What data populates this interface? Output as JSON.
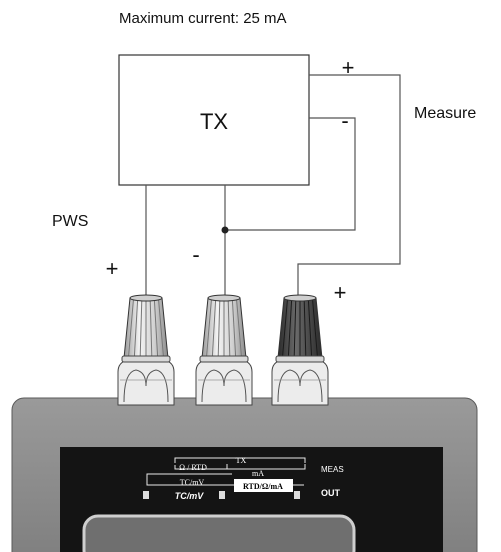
{
  "title": "Maximum current: 25 mA",
  "tx_box": {
    "label": "TX"
  },
  "labels": {
    "pws": "PWS",
    "measure": "Measure",
    "tx_plus": "+",
    "tx_minus": "-",
    "term1_plus": "+",
    "term2_minus": "-",
    "term3_plus": "+"
  },
  "panel": {
    "tx": "TX",
    "ohm_rtd": "Ω / RTD",
    "ma": "mA",
    "tc_mv_upper": "TC/mV",
    "rtd_ohm_ma": "RTD/Ω/mA",
    "tc_mv_lower": "TC/mV",
    "meas": "MEAS",
    "out": "OUT"
  },
  "colors": {
    "wire": "#555555",
    "device_body": "#8c8c8c",
    "panel": "#141414",
    "terminal_light": "#e8e8e8",
    "terminal_dark": "#4a4a4a"
  }
}
